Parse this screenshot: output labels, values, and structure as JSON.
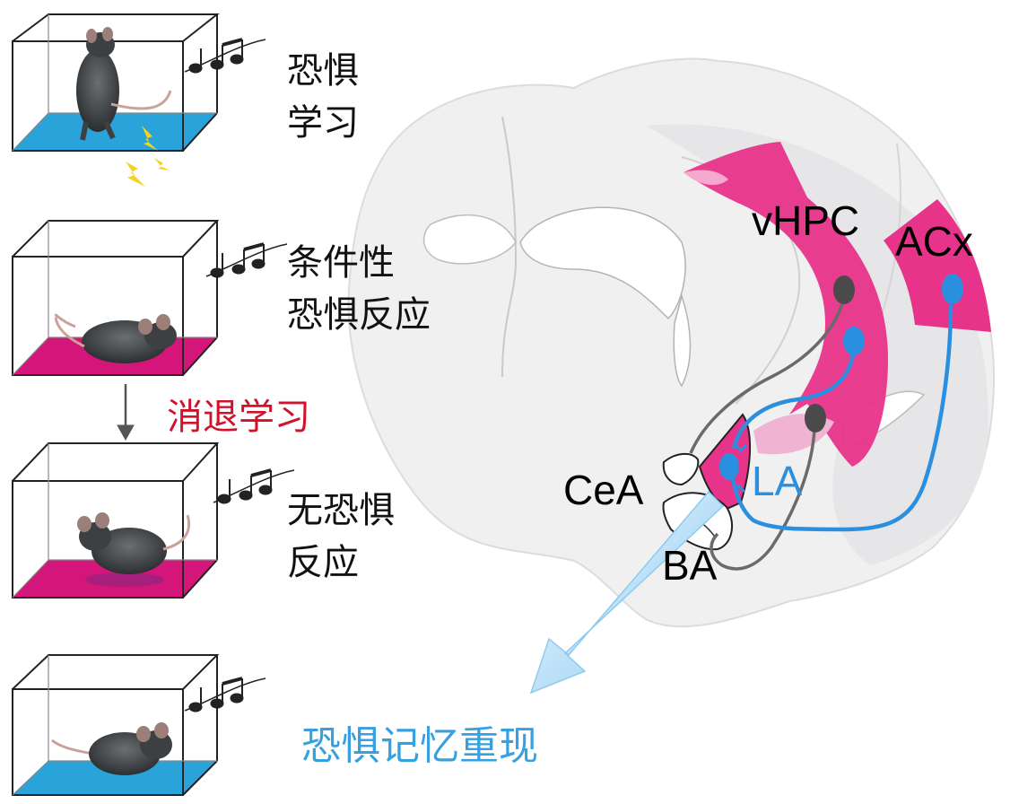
{
  "steps": [
    {
      "lines": [
        "恐惧",
        "学习"
      ],
      "floor": "#29a3da"
    },
    {
      "lines": [
        "条件性",
        "恐惧反应"
      ],
      "floor": "#d4157a"
    },
    {
      "lines": [
        "无恐惧",
        "反应"
      ],
      "floor": "#d4157a"
    },
    {
      "lines": [],
      "floor": "#29a3da"
    }
  ],
  "extinction_label": "消退学习",
  "recall_label": "恐惧记忆重现",
  "regions": {
    "vhpc": "vHPC",
    "acx": "ACx",
    "cea": "CeA",
    "la": "LA",
    "ba": "BA"
  },
  "colors": {
    "magenta": "#e8338a",
    "blue": "#2b8fe0",
    "floor_blue": "#29a3da",
    "floor_magenta": "#d4157a",
    "extinction_red": "#d0122a",
    "recall_blue": "#39a0e0"
  },
  "icons": [
    "music-notes-icon",
    "lightning-icon",
    "mouse-icon",
    "down-arrow-icon"
  ]
}
